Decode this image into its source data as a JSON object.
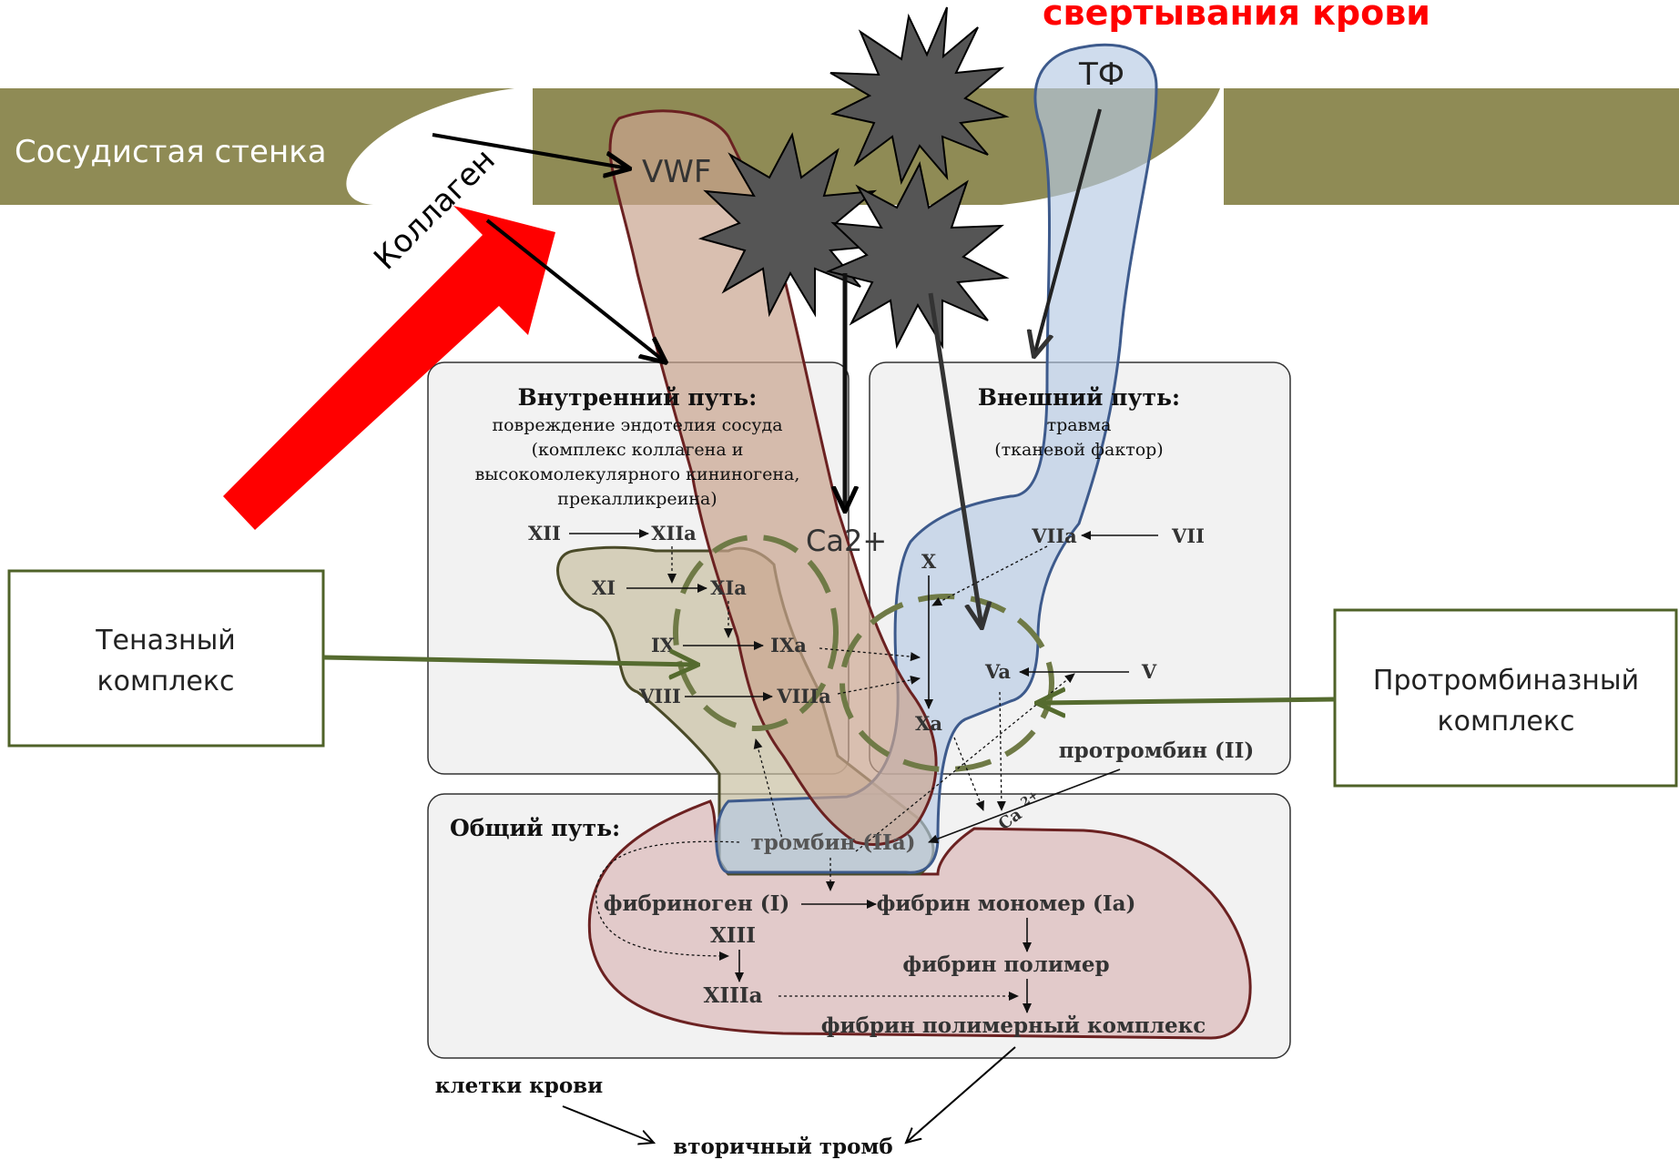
{
  "title": "свертывания крови",
  "vessel_wall": "Сосудистая стенка",
  "collagen": "Коллаген",
  "vwf": "VWF",
  "tf": "ТФ",
  "ca2": "Ca2+",
  "tenase_label": [
    "Теназный",
    "комплекс"
  ],
  "prothrombinase_label": [
    "Протромбиназный",
    "комплекс"
  ],
  "intrinsic": {
    "title": "Внутренний путь:",
    "lines": [
      "повреждение эндотелия сосуда",
      "(комплекс коллагена и",
      "высокомолекулярного кининогена,",
      "прекалликреина)"
    ]
  },
  "extrinsic": {
    "title": "Внешний путь:",
    "lines": [
      "травма",
      "(тканевой фактор)"
    ]
  },
  "common": {
    "title": "Общий путь:"
  },
  "factors": {
    "xii": "XII",
    "xiia": "XIIa",
    "xi": "XI",
    "xia": "XIa",
    "ix": "IX",
    "ixa": "IXa",
    "viii": "VIII",
    "viiia": "VIIIa",
    "x": "X",
    "xa": "Xa",
    "viia": "VIIa",
    "vii": "VII",
    "va": "Va",
    "v": "V",
    "prothrombin": "протромбин (II)",
    "ca2sup": "Ca",
    "ca2exp": "2+",
    "thrombin": "тромбин (IIa)",
    "fibrinogen": "фибриноген (I)",
    "fibrin_monomer": "фибрин мономер (Ia)",
    "xiii": "XIII",
    "xiiia": "XIIIa",
    "fibrin_polymer": "фибрин полимер",
    "fibrin_complex": "фибрин полимерный комплекс",
    "blood_cells": "клетки крови",
    "secondary_thrombus": "вторичный тромб"
  },
  "colors": {
    "title": "#ff0000",
    "wall": "#8f8b55",
    "red_arrow": "#ff0000",
    "vwf_fill": "#c9a48e",
    "vwf_stroke": "#6b2121",
    "tf_fill": "#b6c9e3",
    "tf_stroke": "#3d5a8c",
    "common_fill": "#dcbcbc",
    "tenase_fill": "#d6cfb6",
    "tenase_stroke": "#4a4a28",
    "complex_dash": "#6f7a46",
    "panel": "#f2f2f2",
    "star": "#555555"
  }
}
